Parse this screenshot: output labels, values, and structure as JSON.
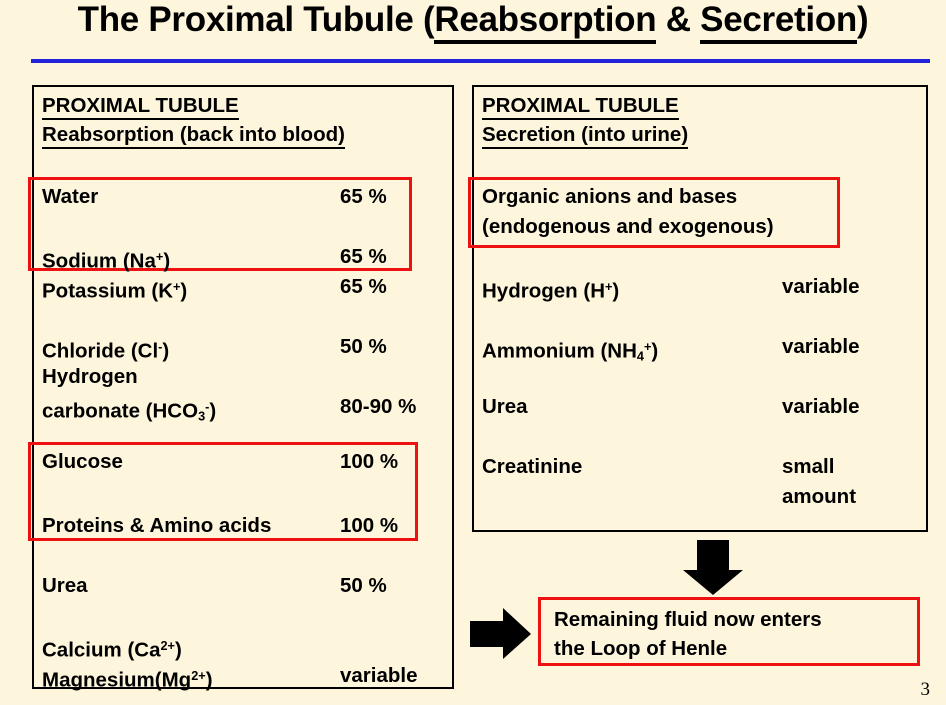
{
  "slide": {
    "title_plain": "The Proximal Tubule (Reabsorption & Secretion)",
    "title_prefix": "The Proximal Tubule (",
    "title_underlined_1": "Reabsorption",
    "title_middle": " & ",
    "title_underlined_2": "Secretion",
    "title_suffix": ")",
    "page_number": "3",
    "rule_color": "#2222DD",
    "background_color": "#FDF6DD",
    "highlight_color": "#EE1111",
    "text_color": "#000000"
  },
  "reabsorption_panel": {
    "heading_line_1": "PROXIMAL TUBULE",
    "heading_line_2": "Reabsorption (back into blood)",
    "rows": [
      {
        "label_html": "Water",
        "value": "65 %"
      },
      {
        "label_html": "Sodium (Na<sup>+</sup>)",
        "value": "65 %"
      },
      {
        "label_html": "Potassium (K<sup>+</sup>)",
        "value": "65 %"
      },
      {
        "label_html": "Chloride (Cl<sup>-</sup>)",
        "value": "50 %"
      },
      {
        "label_html": "Hydrogen",
        "value": ""
      },
      {
        "label_html": "carbonate (HCO<sub>3</sub><sup>-</sup>)",
        "value": "80-90 %"
      },
      {
        "label_html": "Glucose",
        "value": "100 %"
      },
      {
        "label_html": "Proteins &amp; Amino acids",
        "value": "100 %"
      },
      {
        "label_html": "Urea",
        "value": "50 %"
      },
      {
        "label_html": "Calcium (Ca<sup>2+</sup>)",
        "value": ""
      },
      {
        "label_html": "Magnesium(Mg<sup>2+</sup>)",
        "value": "variable"
      }
    ]
  },
  "secretion_panel": {
    "heading_line_1": "PROXIMAL TUBULE",
    "heading_line_2": "Secretion (into urine)",
    "rows": [
      {
        "label_html": "Organic anions and bases",
        "value": ""
      },
      {
        "label_html": "(endogenous and exogenous)",
        "value": ""
      },
      {
        "label_html": "Hydrogen (H<sup>+</sup>)",
        "value": "variable"
      },
      {
        "label_html": "Ammonium (NH<sub>4</sub><sup>+</sup>)",
        "value": "variable"
      },
      {
        "label_html": "Urea",
        "value": "variable"
      },
      {
        "label_html": "Creatinine",
        "value": "small"
      },
      {
        "label_html": "",
        "value": "amount"
      }
    ]
  },
  "callout": {
    "line_1": "Remaining fluid now enters",
    "line_2": "the Loop of Henle"
  },
  "arrows": {
    "down_arrow_name": "down-arrow",
    "right_arrow_name": "right-arrow"
  }
}
